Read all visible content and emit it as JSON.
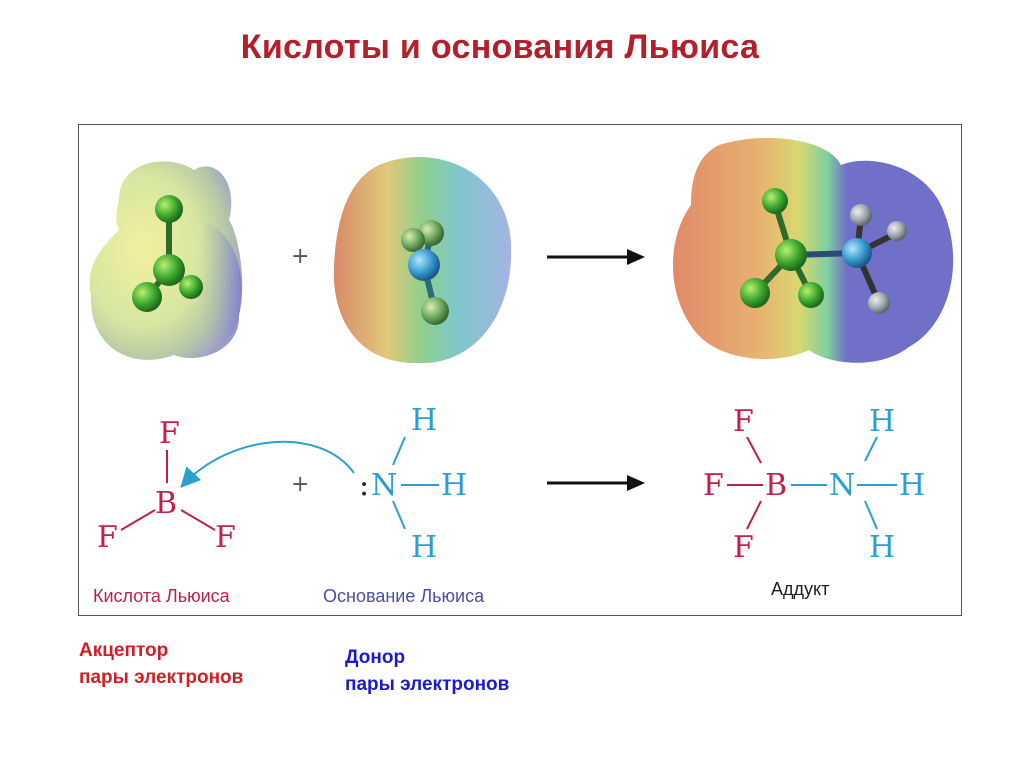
{
  "title": "Кислоты и основания Льюиса",
  "reaction": {
    "plus": "+",
    "labels": {
      "acid": "Кислота Льюиса",
      "base": "Основание Льюиса",
      "adduct": "Аддукт"
    },
    "bf3": {
      "F_top": "F",
      "B": "B",
      "F_left": "F",
      "F_right": "F"
    },
    "nh3": {
      "lone_pair": ":",
      "N": "N",
      "H_top": "H",
      "H_right": "H",
      "H_bottom": "H"
    },
    "adduct_struct": {
      "F_top": "F",
      "F_left": "F",
      "B": "B",
      "F_bottom": "F",
      "N": "N",
      "H_top": "H",
      "H_right": "H",
      "H_bottom": "H"
    }
  },
  "notes": {
    "acid": {
      "line1": "Акцептор",
      "line2": "пары электронов"
    },
    "base": {
      "line1": "Донор",
      "line2": "пары электронов"
    }
  },
  "colors": {
    "title": "#b3202c",
    "acid_atoms": "#c0204a",
    "base_atoms": "#2b9fcf",
    "acid_label": "#c0204a",
    "base_label": "#4a4ea8",
    "note_acid": "#d21f26",
    "note_base": "#1a1ad6"
  }
}
